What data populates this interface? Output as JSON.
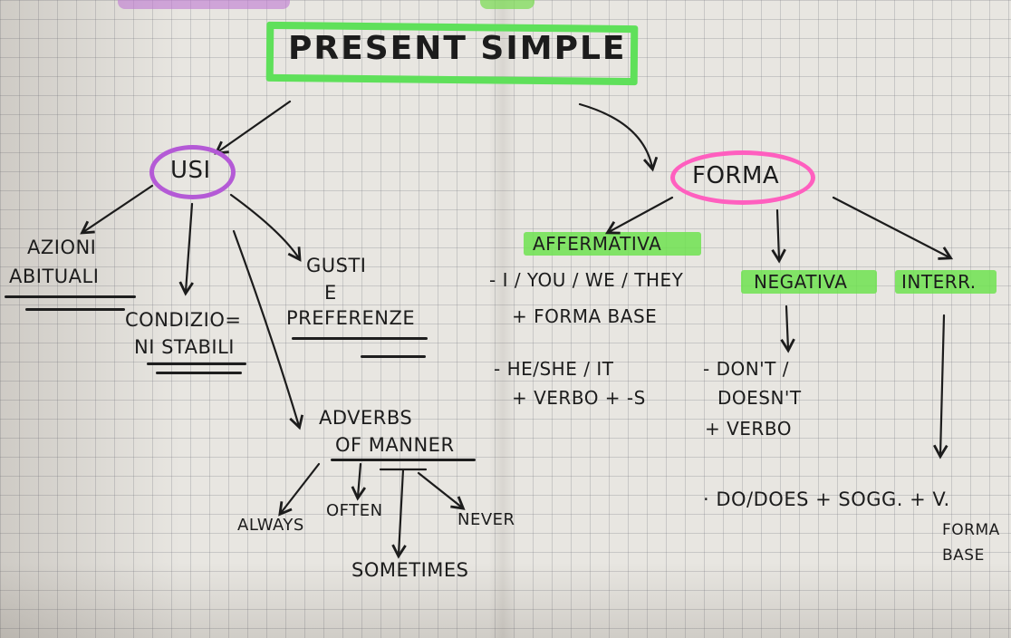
{
  "title": "PRESENT SIMPLE",
  "usi": {
    "label": "USI",
    "azioni_line1": "AZIONI",
    "azioni_line2": "ABITUALI",
    "condizioni_line1": "CONDIZIO=",
    "condizioni_line2": "NI STABILI",
    "gusti_line1": "GUSTI",
    "gusti_line2": "E",
    "gusti_line3": "PREFERENZE",
    "adverbs_line1": "ADVERBS",
    "adverbs_line2": "OF MANNER",
    "always": "ALWAYS",
    "often": "OFTEN",
    "never": "NEVER",
    "sometimes": "SOMETIMES"
  },
  "forma": {
    "label": "FORMA",
    "affermativa": "AFFERMATIVA",
    "aff_line1": "- I / YOU / WE / THEY",
    "aff_line2": "+ FORMA BASE",
    "aff_line3": "- HE/SHE / IT",
    "aff_line4": "+ VERBO + -S",
    "negativa": "NEGATIVA",
    "neg_line1": "- DON'T /",
    "neg_line2": "DOESN'T",
    "neg_line3": "+ VERBO",
    "interr": "INTERR.",
    "interr_line1": "· DO/DOES + SOGG. + V.",
    "interr_line2": "FORMA",
    "interr_line3": "BASE"
  },
  "colors": {
    "green_highlight": "#6ee250",
    "purple_circle": "#b45ad6",
    "pink_circle": "#ff5fbf"
  }
}
